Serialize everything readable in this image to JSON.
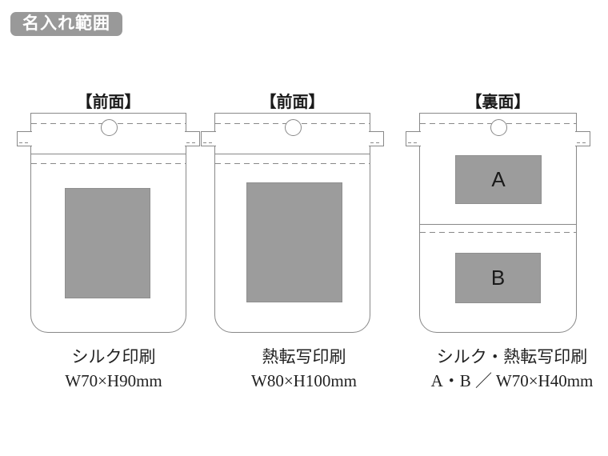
{
  "badge": {
    "label": "名入れ範囲"
  },
  "colors": {
    "page_bg": "#ffffff",
    "badge_bg": "#999999",
    "badge_text": "#ffffff",
    "outline": "#898989",
    "area_fill": "#9c9c9c",
    "area_border": "#8f8f8f",
    "ink": "#1a1a1a",
    "caption_ink": "#222222"
  },
  "pouches": [
    {
      "view_label": "【前面】",
      "caption_line1": "シルク印刷",
      "caption_line2": "W70×H90mm"
    },
    {
      "view_label": "【前面】",
      "caption_line1": "熱転写印刷",
      "caption_line2": "W80×H100mm"
    },
    {
      "view_label": "【裏面】",
      "caption_line1": "シルク・熱転写印刷",
      "caption_line2": "A・B ／ W70×H40mm",
      "areas": [
        {
          "label": "A"
        },
        {
          "label": "B"
        }
      ]
    }
  ]
}
